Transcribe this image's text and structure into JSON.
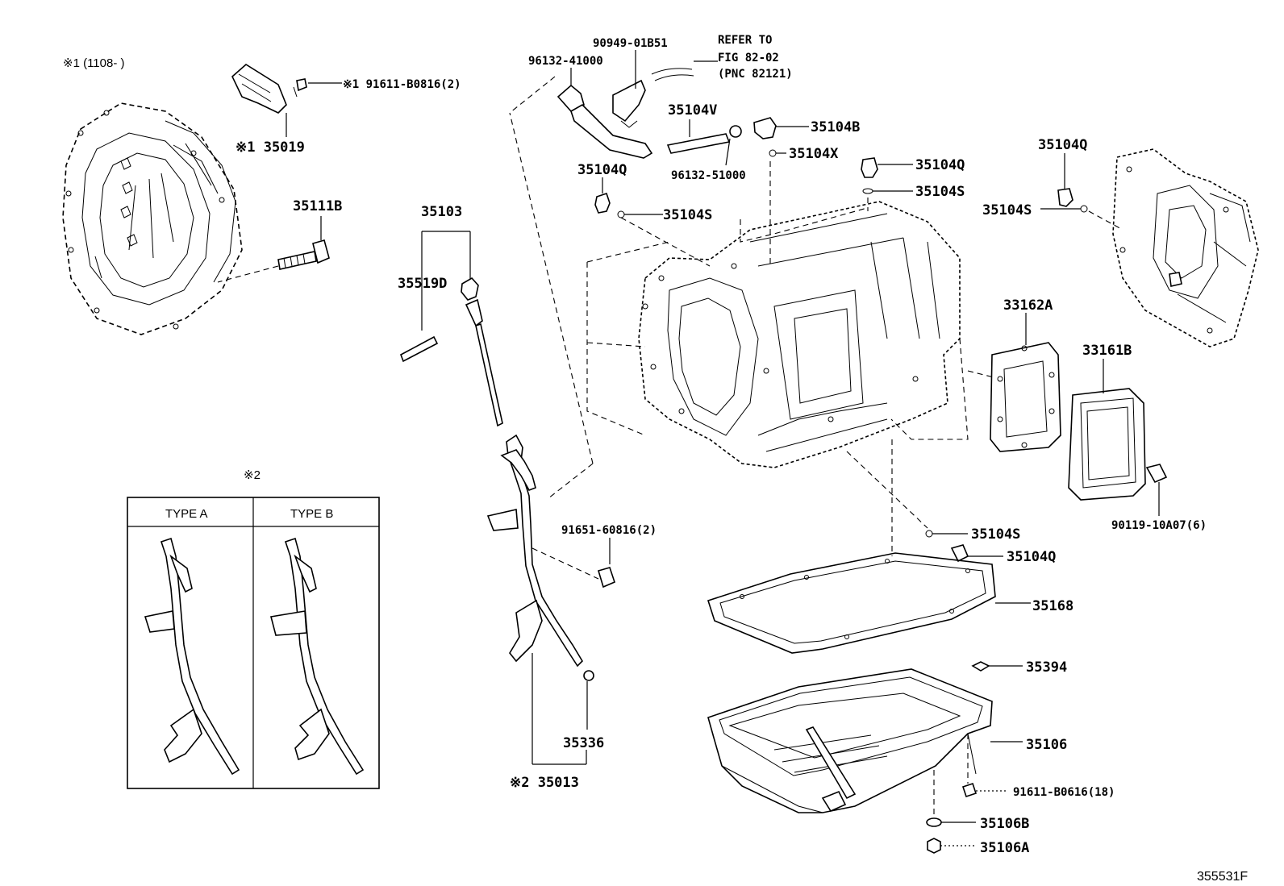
{
  "header_note": "※1 (1108-      )",
  "refer": {
    "line1": "REFER TO",
    "line2": "FIG 82-02",
    "line3": "(PNC 82121)"
  },
  "labels": {
    "p90949": "90949-01B51",
    "p96132_41000": "96132-41000",
    "p91611_B0816": "※1 91611-B0816(2)",
    "p35019": "※1 35019",
    "p35104V": "35104V",
    "p35104B": "35104B",
    "p96132_51000": "96132-51000",
    "p35104X": "35104X",
    "p35104Q_a": "35104Q",
    "p35104Q_b": "35104Q",
    "p35104Q_c": "35104Q",
    "p35104Q_d": "35104Q",
    "p35104S_a": "35104S",
    "p35104S_b": "35104S",
    "p35104S_c": "35104S",
    "p35104S_d": "35104S",
    "p35111B": "35111B",
    "p35103": "35103",
    "p35519D": "35519D",
    "p33162A": "33162A",
    "p33161B": "33161B",
    "p90119": "90119-10A07(6)",
    "p91651": "91651-60816(2)",
    "p35168": "35168",
    "p35394": "35394",
    "p35106": "35106",
    "p91611_B0616": "91611-B0616(18)",
    "p35106B": "35106B",
    "p35106A": "35106A",
    "p35336": "35336",
    "p35013": "※2 35013"
  },
  "inset": {
    "note": "※2",
    "type_a": "TYPE A",
    "type_b": "TYPE B"
  },
  "figure_id": "355531F"
}
